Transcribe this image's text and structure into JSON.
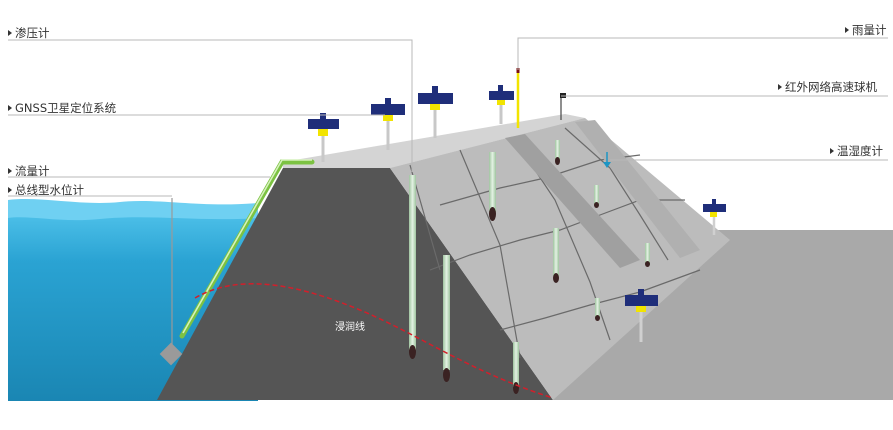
{
  "labels": {
    "seepage_meter": "渗压计",
    "gnss": "GNSS卫星定位系统",
    "flow_meter": "流量计",
    "water_level_meter": "总线型水位计",
    "rain_gauge": "雨量计",
    "infrared_camera": "红外网络高速球机",
    "temp_humidity": "温湿度计",
    "phreatic_line": "浸润线"
  },
  "colors": {
    "water": "#1c95c4",
    "water_surface": "#5fc7ee",
    "dam_body": "#555555",
    "slope_panel": "#bcbcbc",
    "crest": "#dcdcdc",
    "ground_right": "#a9a9a9",
    "sensor_blue": "#1f2e7a",
    "sensor_yellow": "#f2e400",
    "drain_green": "#7cc242",
    "phreatic_red": "#d21f2b",
    "pipe": "#c6dcc6"
  }
}
